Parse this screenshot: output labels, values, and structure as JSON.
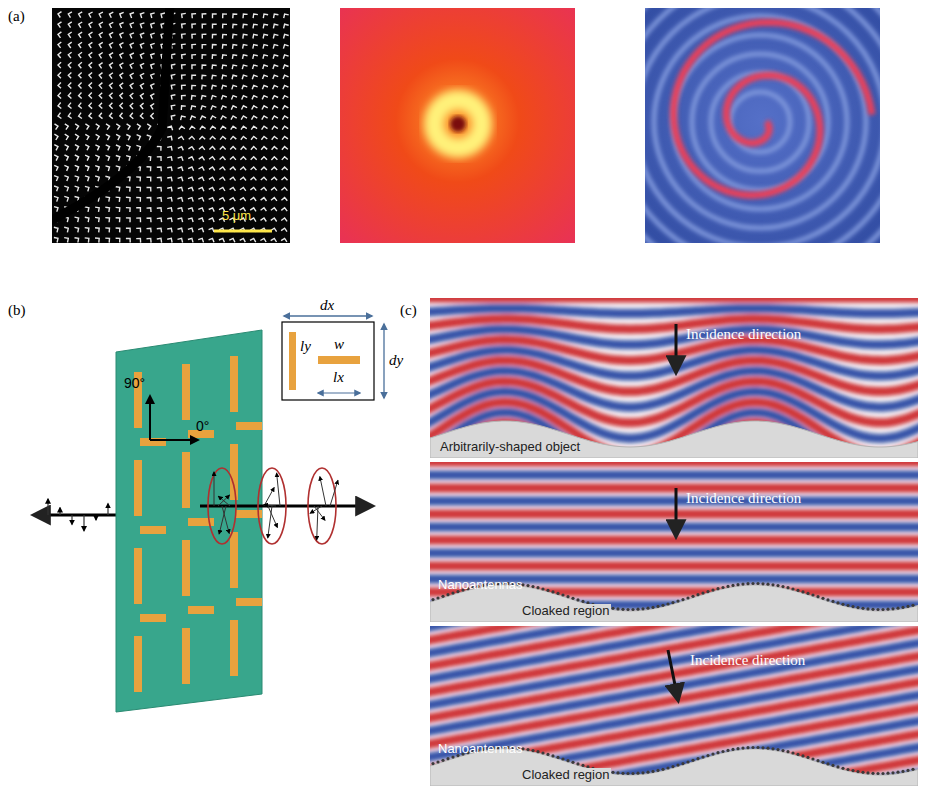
{
  "diagram": {
    "labels": [
      "(a)",
      "5 μm",
      "(b)",
      "90°",
      "0°",
      "dx",
      "ly",
      "w",
      "dy",
      "lx",
      "(c)",
      "Incidence direction",
      "Arbitrarily-shaped object",
      "Incidence direction",
      "Nanoantennas",
      "Cloaked region",
      "Incidence direction",
      "Nanoantennas",
      "Cloaked region"
    ]
  }
}
